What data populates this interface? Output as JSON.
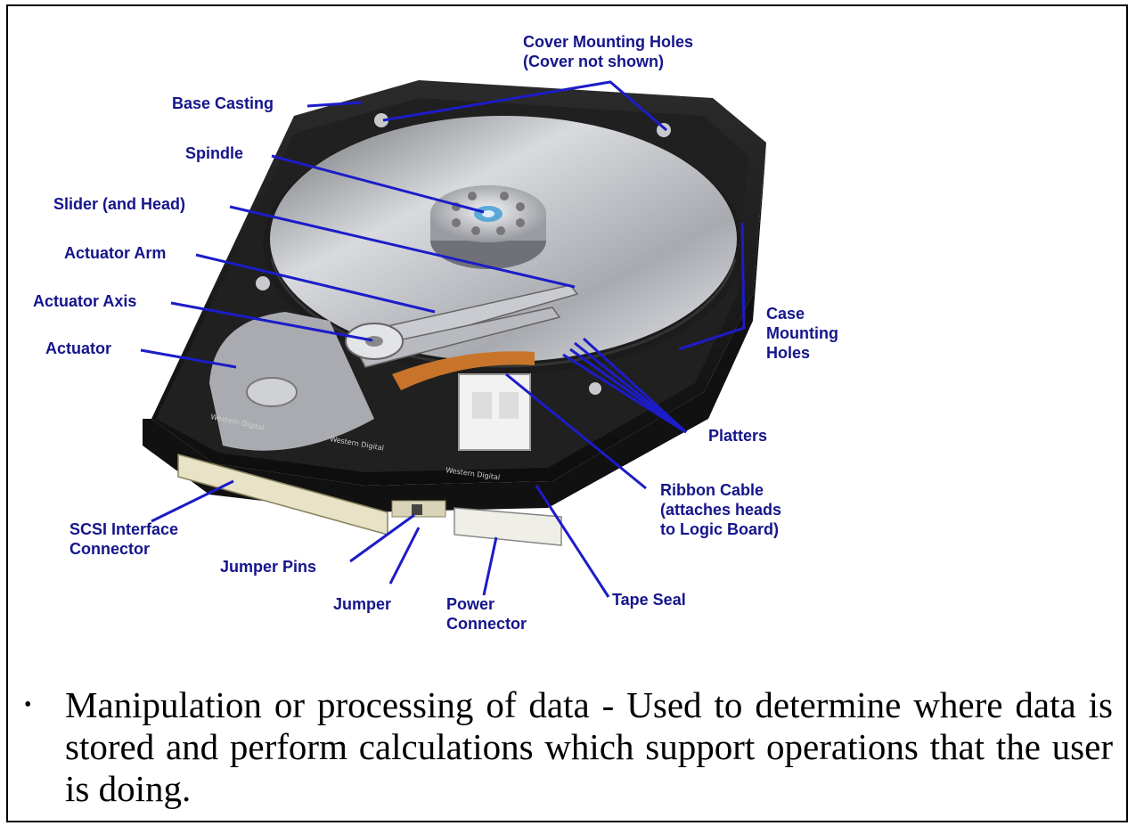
{
  "diagram": {
    "labels": {
      "cover_mounting_holes": "Cover Mounting Holes\n(Cover not shown)",
      "base_casting": "Base Casting",
      "spindle": "Spindle",
      "slider_head": "Slider (and Head)",
      "actuator_arm": "Actuator Arm",
      "actuator_axis": "Actuator Axis",
      "actuator": "Actuator",
      "case_mounting_holes": "Case\nMounting\nHoles",
      "platters": "Platters",
      "ribbon_cable": "Ribbon Cable\n(attaches heads\nto Logic Board)",
      "scsi_connector": "SCSI Interface\nConnector",
      "jumper_pins": "Jumper Pins",
      "jumper": "Jumper",
      "power_connector": "Power\nConnector",
      "tape_seal": "Tape Seal"
    },
    "brand_marks": [
      "Western Digital",
      "Western Digital",
      "Western Digital"
    ],
    "colors": {
      "label": "#15158c",
      "leader_line": "#1c1cc8",
      "case": "#1a1a1a",
      "platter": "#c4c6cc"
    }
  },
  "bullet": {
    "symbol": "•",
    "text": "Manipulation or processing of data - Used to determine where data is stored and perform calculations which support operations that the user is doing."
  }
}
